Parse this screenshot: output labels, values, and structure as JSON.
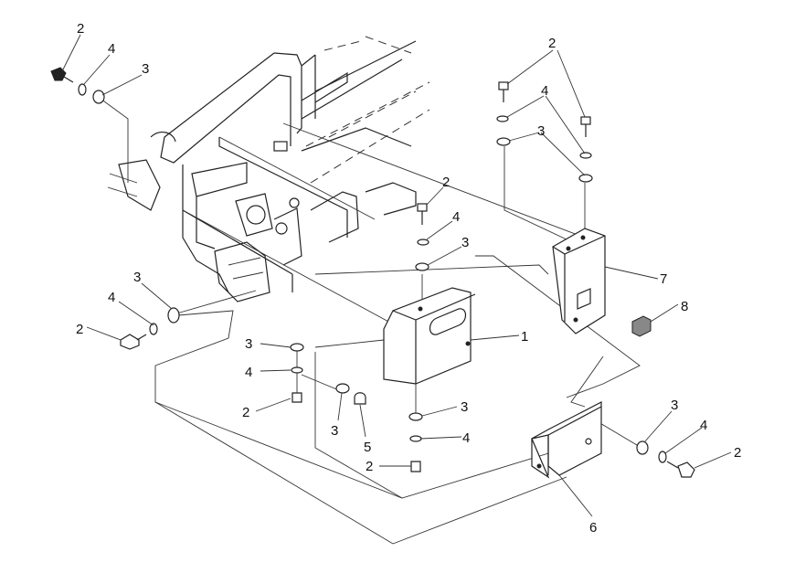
{
  "callouts": [
    {
      "id": "c-2-tl",
      "text": "2"
    },
    {
      "id": "c-4-tl",
      "text": "4"
    },
    {
      "id": "c-3-tl",
      "text": "3"
    },
    {
      "id": "c-2-tr",
      "text": "2"
    },
    {
      "id": "c-4-tr",
      "text": "4"
    },
    {
      "id": "c-3-tr",
      "text": "3"
    },
    {
      "id": "c-2-mid",
      "text": "2"
    },
    {
      "id": "c-4-mid",
      "text": "4"
    },
    {
      "id": "c-3-mid",
      "text": "3"
    },
    {
      "id": "c-7",
      "text": "7"
    },
    {
      "id": "c-8",
      "text": "8"
    },
    {
      "id": "c-1",
      "text": "1"
    },
    {
      "id": "c-3-left",
      "text": "3"
    },
    {
      "id": "c-4-left",
      "text": "4"
    },
    {
      "id": "c-2-left",
      "text": "2"
    },
    {
      "id": "c-3-cl",
      "text": "3"
    },
    {
      "id": "c-4-cl",
      "text": "4"
    },
    {
      "id": "c-2-cl",
      "text": "2"
    },
    {
      "id": "c-3-w",
      "text": "3"
    },
    {
      "id": "c-5",
      "text": "5"
    },
    {
      "id": "c-3-cb",
      "text": "3"
    },
    {
      "id": "c-4-cb",
      "text": "4"
    },
    {
      "id": "c-2-cb",
      "text": "2"
    },
    {
      "id": "c-3-br",
      "text": "3"
    },
    {
      "id": "c-4-br",
      "text": "4"
    },
    {
      "id": "c-2-br",
      "text": "2"
    },
    {
      "id": "c-6",
      "text": "6"
    }
  ]
}
